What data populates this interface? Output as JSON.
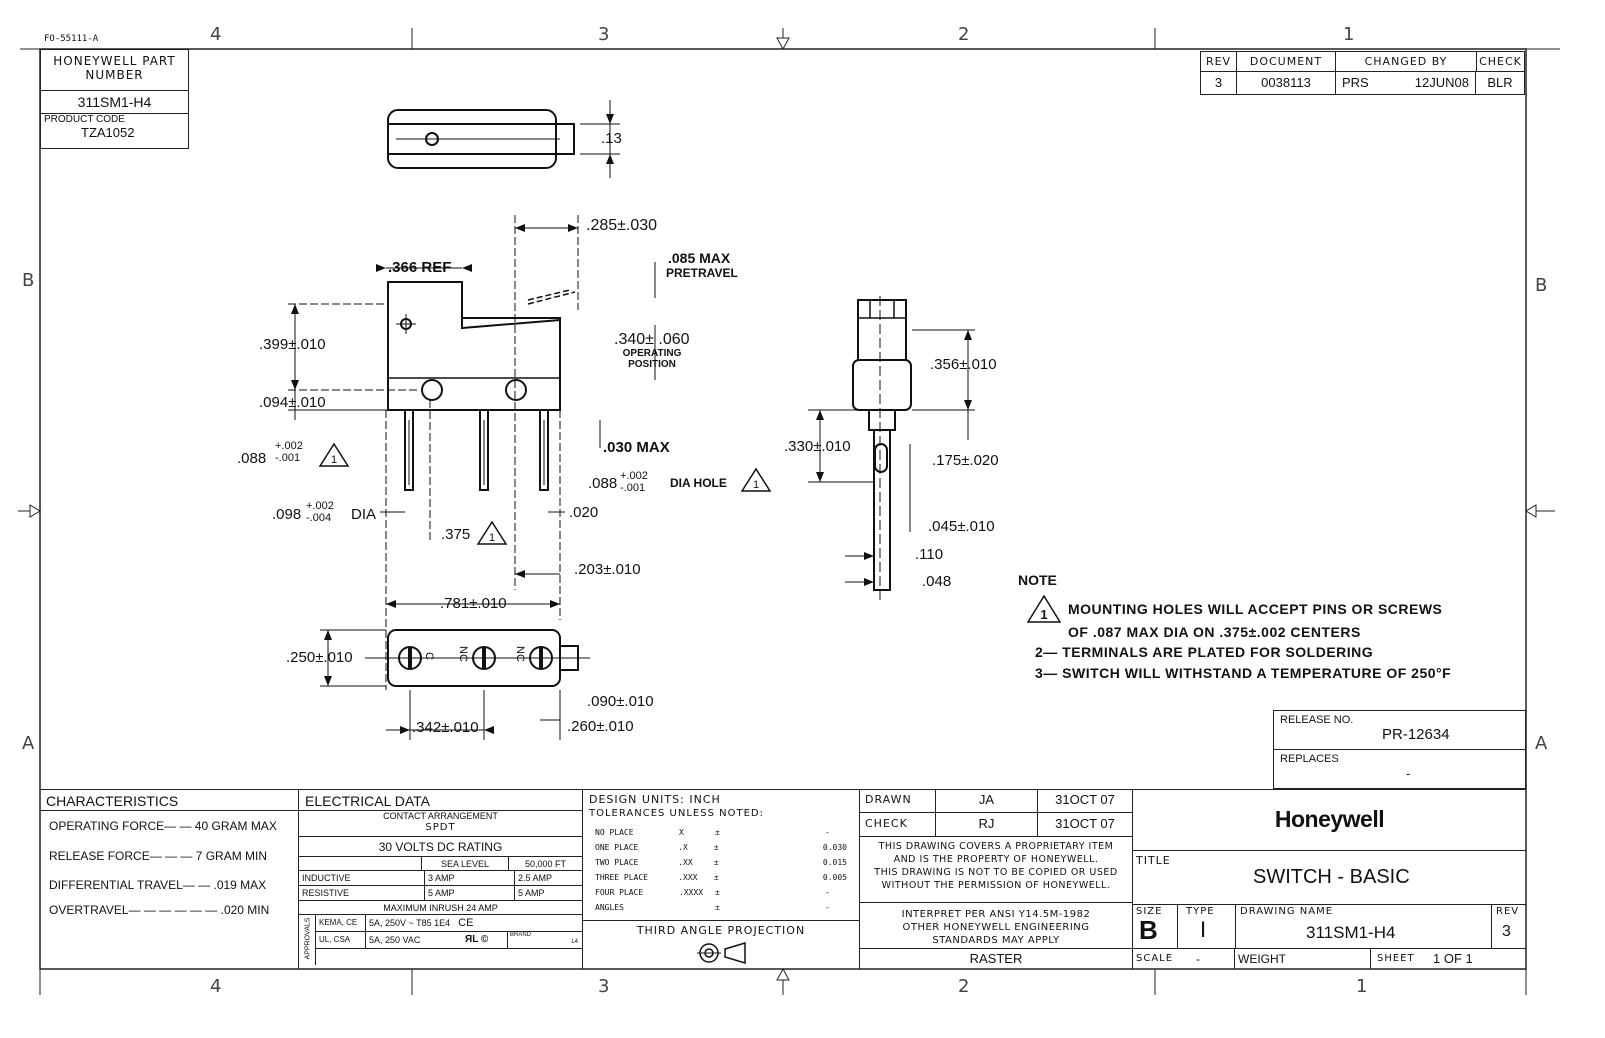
{
  "form_id": "FO-55111-A",
  "zones": {
    "top": [
      "4",
      "3",
      "2",
      "1"
    ],
    "bottom": [
      "4",
      "3",
      "2",
      "1"
    ],
    "side": [
      "B",
      "A"
    ]
  },
  "part_block": {
    "header": "HONEYWELL PART NUMBER",
    "part_number": "311SM1-H4",
    "product_code_label": "PRODUCT CODE",
    "product_code": "TZA1052"
  },
  "revision_block": {
    "headers": [
      "REV",
      "DOCUMENT",
      "CHANGED BY",
      "CHECK"
    ],
    "rev": "3",
    "document": "0038113",
    "changed_by": "PRS",
    "date": "12JUN08",
    "check": "BLR"
  },
  "dimensions": {
    "top_view_height": ".13",
    "plunger_offset": ".285±.030",
    "ref_width": ".366 REF",
    "pretravel": ".085 MAX",
    "pretravel_label": "PRETRAVEL",
    "mount_top": ".399±.010",
    "operating_position": ".340± .060",
    "operating_position_label": "OPERATING POSITION",
    "hole_offset": ".094±.010",
    "hole_dia_a": ".088",
    "hole_tol_a": "+.002 -.001",
    "terminal_len": ".030 MAX",
    "hole_dia_b": ".088",
    "hole_tol_b": "+.002 -.001",
    "dia_hole_label": "DIA HOLE",
    "pin_dia": ".098",
    "pin_tol": "+.002 -.004",
    "pin_dia_label": "DIA",
    "hole_spacing": ".375",
    "terminal_thk": ".020",
    "terminal_offset": ".203±.010",
    "body_length": ".781±.010",
    "bottom_height": ".250±.010",
    "terminal_w": ".090±.010",
    "bottom_left": ".342±.010",
    "bottom_right": ".260±.010",
    "side_upper": ".356±.010",
    "side_height": ".330±.010",
    "side_slot": ".175±.020",
    "side_slot_w": ".045±.010",
    "side_pin_a": ".110",
    "side_pin_b": ".048"
  },
  "terminal_labels": [
    "C",
    "NC",
    "NC"
  ],
  "notes": {
    "title": "NOTE",
    "items": [
      "MOUNTING HOLES WILL ACCEPT PINS OR SCREWS",
      "OF .087 MAX DIA ON .375±.002 CENTERS",
      "2— TERMINALS ARE PLATED FOR SOLDERING",
      "3— SWITCH WILL WITHSTAND A TEMPERATURE OF 250°F"
    ]
  },
  "release": {
    "label": "RELEASE NO.",
    "value": "PR-12634",
    "replaces_label": "REPLACES",
    "replaces_value": "-"
  },
  "characteristics": {
    "title": "CHARACTERISTICS",
    "rows": [
      {
        "label": "OPERATING FORCE— —",
        "value": "40 GRAM MAX"
      },
      {
        "label": "RELEASE FORCE— — —",
        "value": "7 GRAM MIN"
      },
      {
        "label": "DIFFERENTIAL TRAVEL— —",
        "value": ".019 MAX"
      },
      {
        "label": "OVERTRAVEL— — — — — —",
        "value": ".020 MIN"
      }
    ]
  },
  "electrical": {
    "title": "ELECTRICAL DATA",
    "contact_arrangement_label": "CONTACT ARRANGEMENT",
    "contact_arrangement": "SPDT",
    "dc_rating": "30 VOLTS DC RATING",
    "col_sea": "SEA LEVEL",
    "col_alt": "50,000 FT",
    "rows": [
      {
        "label": "INDUCTIVE",
        "sea": "3 AMP",
        "alt": "2.5 AMP"
      },
      {
        "label": "RESISTIVE",
        "sea": "5 AMP",
        "alt": "5 AMP"
      }
    ],
    "inrush": "MAXIMUM INRUSH  24 AMP",
    "approvals_label": "APPROVALS",
    "approvals": [
      {
        "agency": "KEMA, CE",
        "rating": "5A, 250V ~ T85 1E4"
      },
      {
        "agency": "UL, CSA",
        "rating": "5A, 250 VAC"
      }
    ],
    "brand_label": "BRAND",
    "brand_value": "L4"
  },
  "design": {
    "units": "DESIGN UNITS:  INCH",
    "tolerances": "TOLERANCES UNLESS NOTED:",
    "rows": [
      {
        "place": "NO PLACE",
        "fmt": "X",
        "sym": "±",
        "val": "-"
      },
      {
        "place": "ONE PLACE",
        "fmt": ".X",
        "sym": "±",
        "val": "0.030"
      },
      {
        "place": "TWO PLACE",
        "fmt": ".XX",
        "sym": "±",
        "val": "0.015"
      },
      {
        "place": "THREE PLACE",
        "fmt": ".XXX",
        "sym": "±",
        "val": "0.005"
      },
      {
        "place": "FOUR PLACE",
        "fmt": ".XXXX",
        "sym": "±",
        "val": "-"
      },
      {
        "place": "ANGLES",
        "fmt": "",
        "sym": "±",
        "val": "-"
      }
    ],
    "projection": "THIRD ANGLE PROJECTION"
  },
  "approval_block": {
    "drawn_label": "DRAWN",
    "drawn_by": "JA",
    "drawn_date": "31OCT 07",
    "check_label": "CHECK",
    "check_by": "RJ",
    "check_date": "31OCT 07",
    "proprietary": [
      "THIS DRAWING COVERS A PROPRIETARY ITEM",
      "AND IS THE PROPERTY OF HONEYWELL.",
      "THIS DRAWING IS NOT TO BE COPIED OR USED",
      "WITHOUT THE PERMISSION OF HONEYWELL."
    ],
    "interpret": [
      "INTERPRET PER ANSI Y14.5M-1982",
      "OTHER HONEYWELL ENGINEERING",
      "STANDARDS MAY APPLY"
    ],
    "raster": "RASTER"
  },
  "title_block": {
    "company": "Honeywell",
    "title_label": "TITLE",
    "title": "SWITCH - BASIC",
    "size_label": "SIZE",
    "size": "B",
    "type_label": "TYPE",
    "type": "I",
    "drawing_name_label": "DRAWING NAME",
    "drawing_name": "311SM1-H4",
    "rev_label": "REV",
    "rev": "3",
    "scale_label": "SCALE",
    "scale": "-",
    "weight_label": "WEIGHT",
    "sheet_label": "SHEET",
    "sheet": "1 OF 1"
  }
}
